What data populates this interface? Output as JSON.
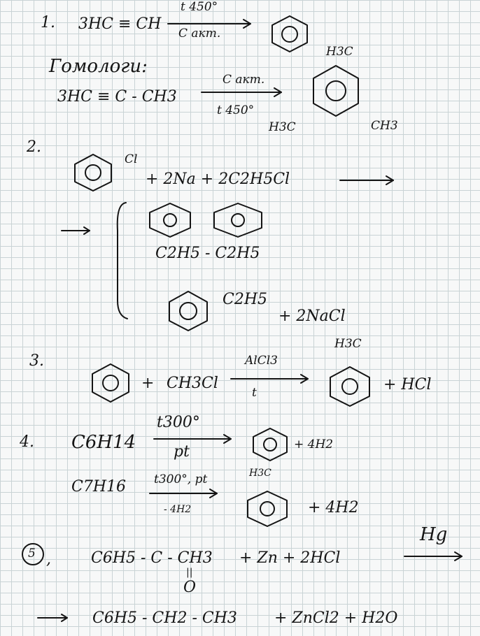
{
  "items": {
    "n1": "1.",
    "n2": "2.",
    "n3": "3.",
    "n4": "4.",
    "n5": "5",
    "n5_dot": ","
  },
  "r1": {
    "reactant": "3HC ≡ CH",
    "cond_top": "t 450°",
    "cond_bot": "C акт."
  },
  "homologs": {
    "heading": "Гомологи:",
    "reactant": "3HC ≡ C - CH3",
    "cond_top": "C акт.",
    "cond_bot": "t 450°",
    "sub_top": "H3C",
    "sub_left": "H3C",
    "sub_right": "CH3"
  },
  "r2": {
    "sub_cl": "Cl",
    "rest": "+ 2Na + 2C2H5Cl",
    "prod_ethane": "C2H5 - C2H5",
    "sub_ethyl": "C2H5",
    "nacl": "+ 2NaCl"
  },
  "r3": {
    "plus": "+",
    "reagent": "CH3Cl",
    "cond_top": "AlCl3",
    "cond_bot": "t",
    "sub_top": "H3C",
    "hcl": "+ HCl"
  },
  "r4": {
    "a_reactant": "C6H14",
    "a_top": "t300°",
    "a_bot": "pt",
    "a_h2": "+ 4H2",
    "b_reactant": "C7H16",
    "b_top": "t300°, pt",
    "b_bot": "- 4H2",
    "b_sub": "H3C",
    "b_h2": "+ 4H2"
  },
  "r5": {
    "part1": "C6H5 - C - CH3",
    "part2": "+ Zn + 2HCl",
    "cond": "Hg",
    "dbl": "||",
    "oxygen": "O",
    "product": "C6H5 - CH2 - CH3",
    "rest": "+ ZnCl2 + H2O"
  }
}
